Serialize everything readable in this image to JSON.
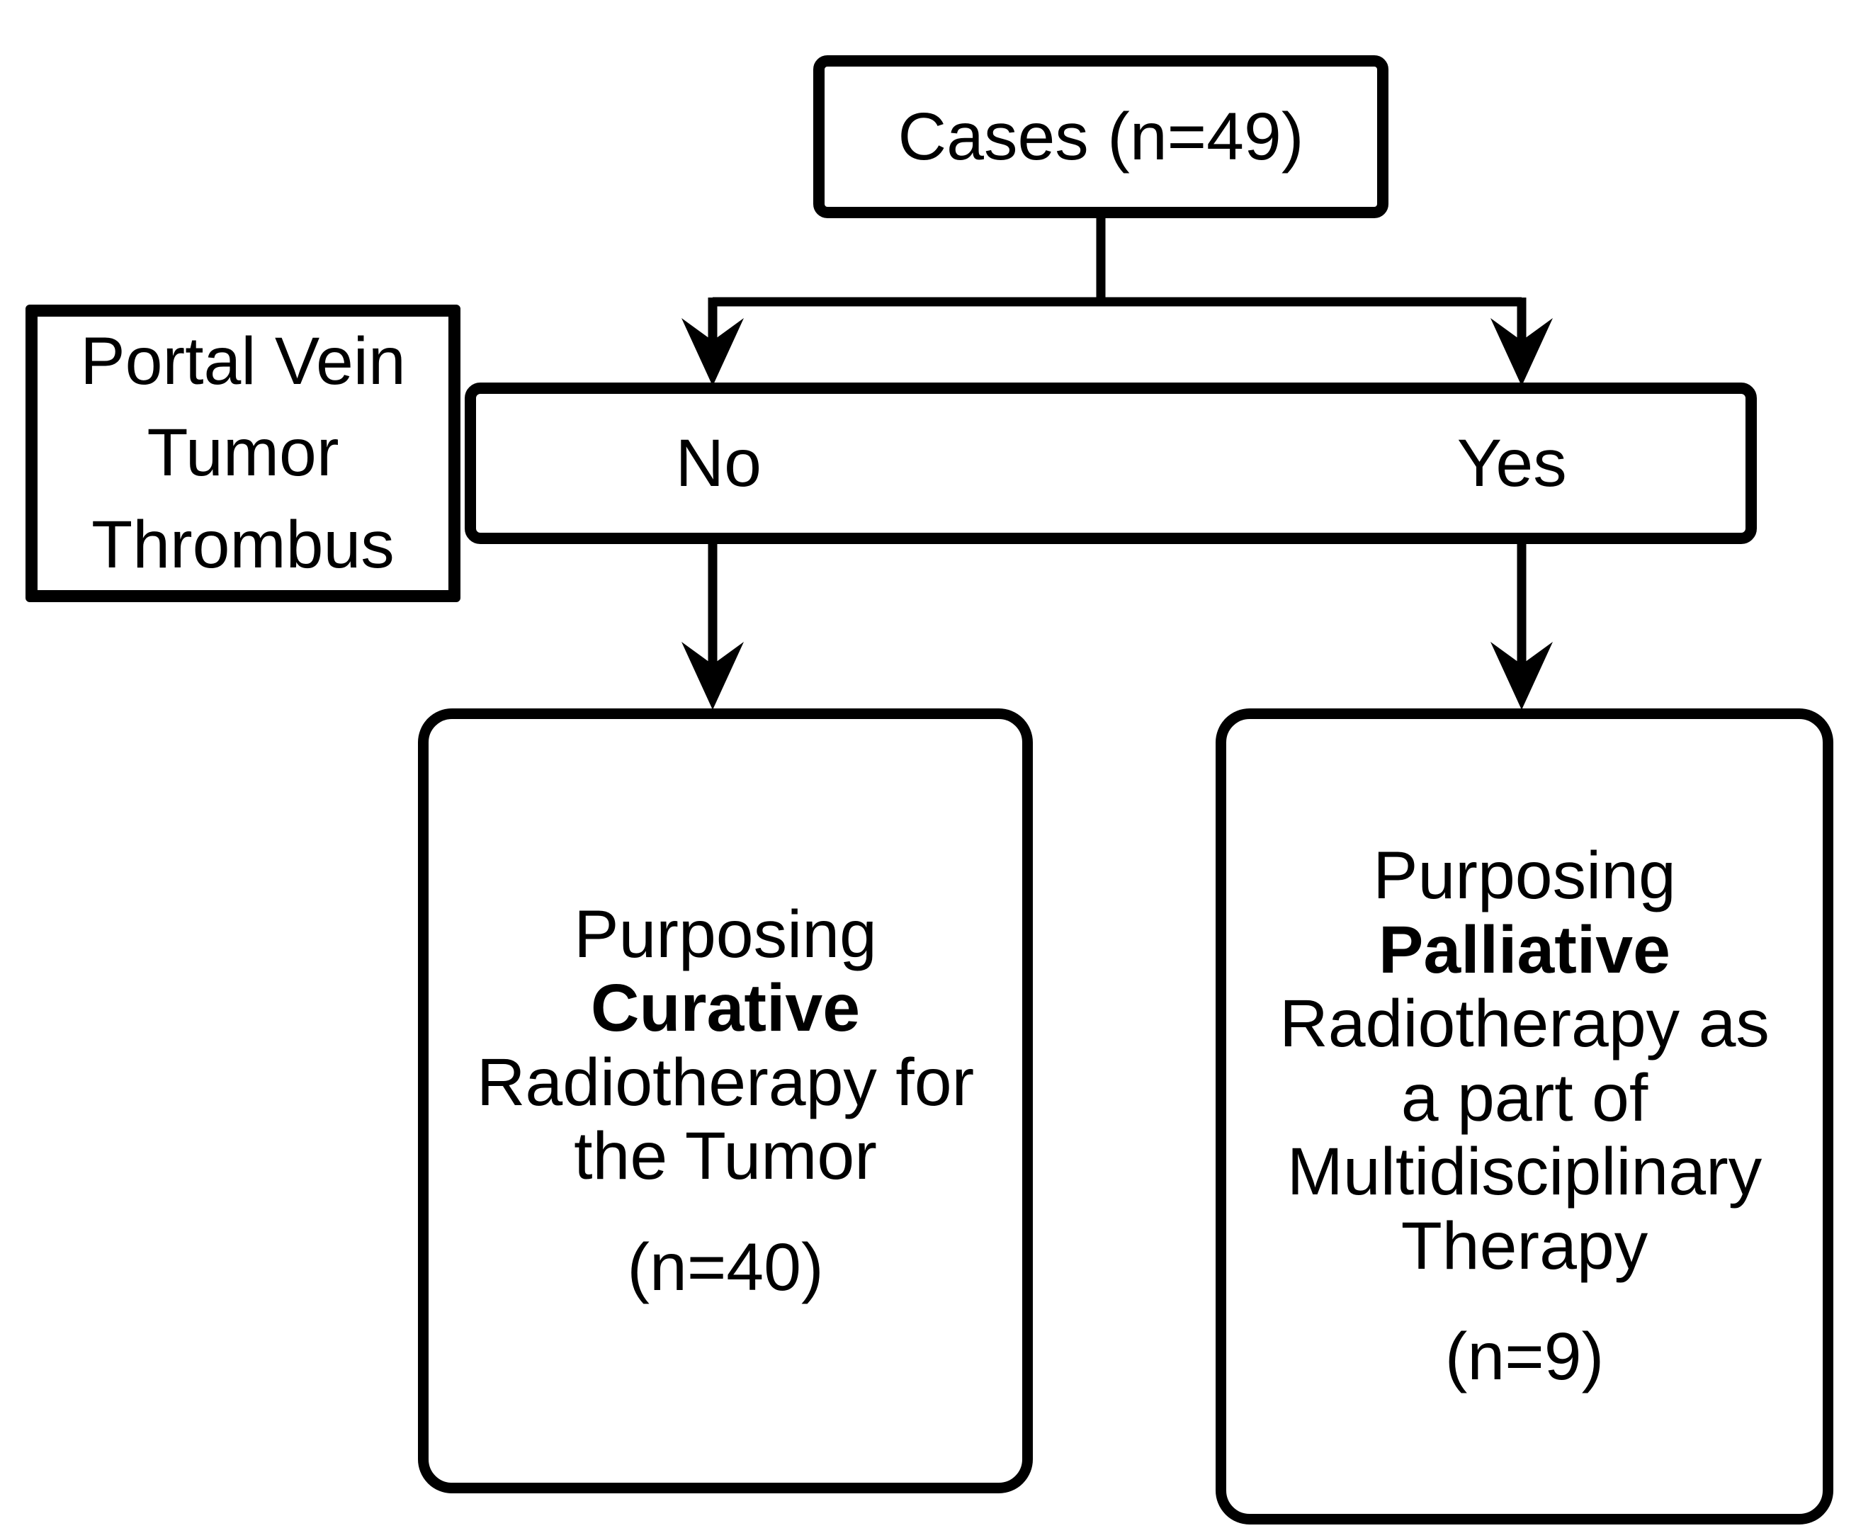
{
  "diagram": {
    "type": "flowchart",
    "background_color": "#ffffff",
    "stroke_color": "#000000",
    "text_color": "#000000",
    "nodes": {
      "cases": {
        "label": "Cases (n=49)"
      },
      "portal_vein": {
        "line1": "Portal Vein",
        "line2": "Tumor",
        "line3": "Thrombus"
      },
      "decision_bar": {
        "no_label": "No",
        "yes_label": "Yes"
      },
      "curative": {
        "line1": "Purposing",
        "line2_bold": "Curative",
        "line3": "Radiotherapy for",
        "line4": "the Tumor",
        "count": "(n=40)"
      },
      "palliative": {
        "line1": "Purposing",
        "line2_bold": "Palliative",
        "line3": "Radiotherapy as",
        "line4": "a part of",
        "line5": "Multidisciplinary",
        "line6": "Therapy",
        "count": "(n=9)"
      }
    }
  }
}
